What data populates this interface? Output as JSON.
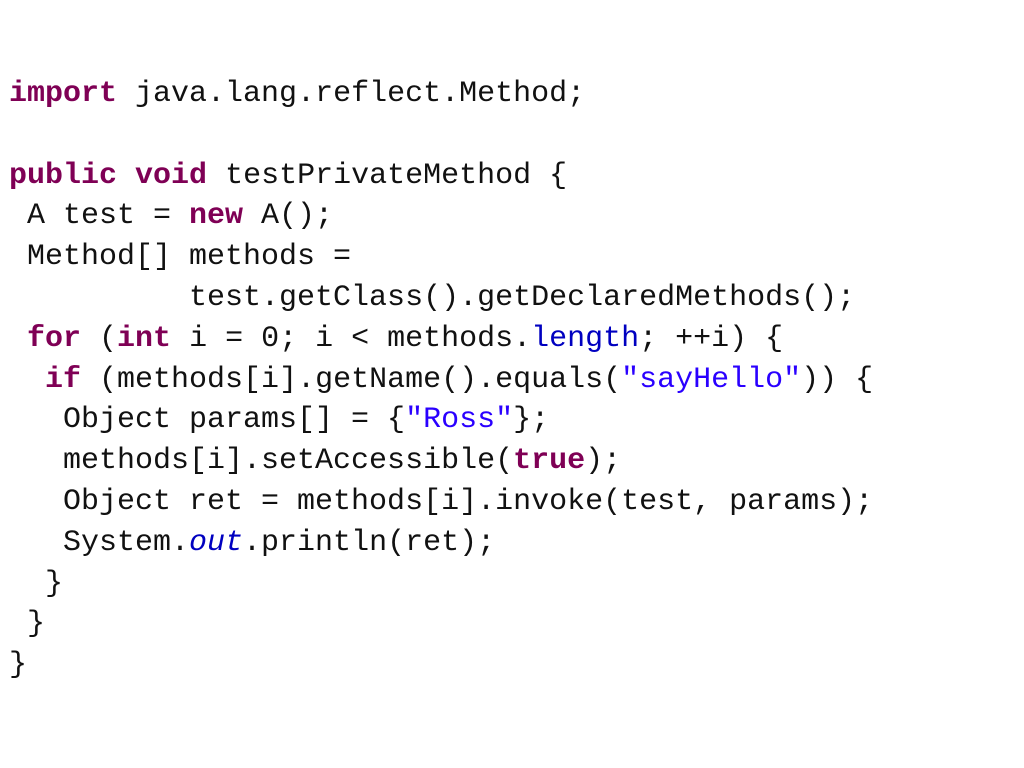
{
  "code": {
    "lines": [
      [
        [
          "kw",
          "import"
        ],
        [
          "plain",
          " java.lang.reflect.Method;"
        ]
      ],
      [],
      [
        [
          "kw",
          "public"
        ],
        [
          "plain",
          " "
        ],
        [
          "kw",
          "void"
        ],
        [
          "plain",
          " testPrivateMethod {"
        ]
      ],
      [
        [
          "plain",
          " A test = "
        ],
        [
          "kw",
          "new"
        ],
        [
          "plain",
          " A();"
        ]
      ],
      [
        [
          "plain",
          " Method[] methods ="
        ]
      ],
      [
        [
          "plain",
          "          test.getClass().getDeclaredMethods();"
        ]
      ],
      [
        [
          "plain",
          " "
        ],
        [
          "kw",
          "for"
        ],
        [
          "plain",
          " ("
        ],
        [
          "kw",
          "int"
        ],
        [
          "plain",
          " i = 0; i < methods."
        ],
        [
          "field",
          "length"
        ],
        [
          "plain",
          "; ++i) {"
        ]
      ],
      [
        [
          "plain",
          "  "
        ],
        [
          "kw",
          "if"
        ],
        [
          "plain",
          " (methods[i].getName().equals("
        ],
        [
          "str",
          "\"sayHello\""
        ],
        [
          "plain",
          ")) {"
        ]
      ],
      [
        [
          "plain",
          "   Object params[] = {"
        ],
        [
          "str",
          "\"Ross\""
        ],
        [
          "plain",
          "};"
        ]
      ],
      [
        [
          "plain",
          "   methods[i].setAccessible("
        ],
        [
          "kw",
          "true"
        ],
        [
          "plain",
          ");"
        ]
      ],
      [
        [
          "plain",
          "   Object ret = methods[i].invoke(test, params);"
        ]
      ],
      [
        [
          "plain",
          "   System."
        ],
        [
          "sfield",
          "out"
        ],
        [
          "plain",
          ".println(ret);"
        ]
      ],
      [
        [
          "plain",
          "  }"
        ]
      ],
      [
        [
          "plain",
          " }"
        ]
      ],
      [
        [
          "plain",
          "}"
        ]
      ]
    ]
  }
}
